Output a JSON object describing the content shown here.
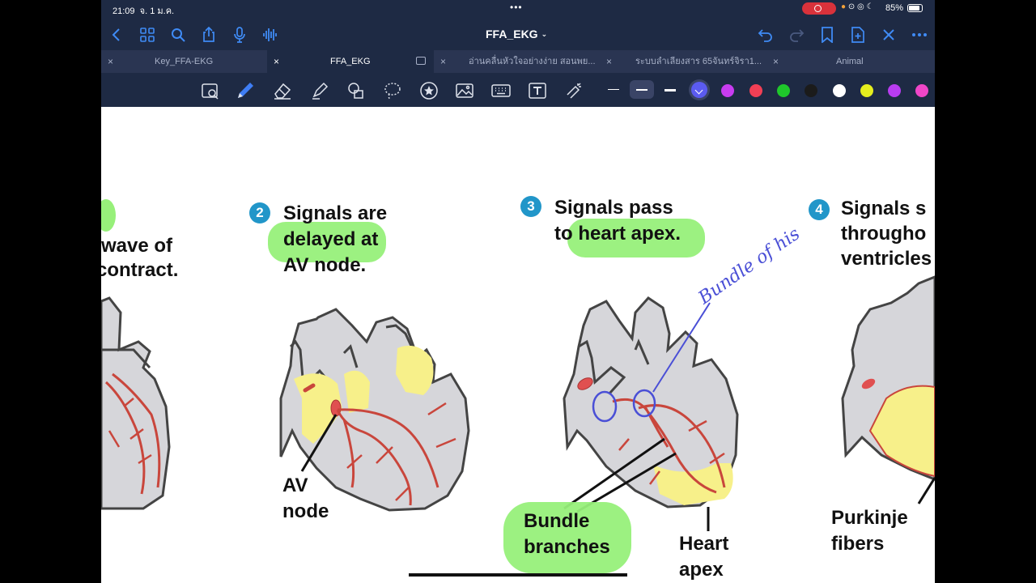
{
  "status_bar": {
    "time": "21:09",
    "date": "จ. 1 ม.ค.",
    "battery": "85%"
  },
  "toolbar": {
    "document_title": "FFA_EKG"
  },
  "tabs": [
    {
      "label": "Key_FFA-EKG"
    },
    {
      "label": "FFA_EKG"
    },
    {
      "label": "อ่านคลื่นหัวใจอย่างง่าย สอนพย..."
    },
    {
      "label": "ระบบลำเลียงสาร 65จันทร์จิรา1..."
    },
    {
      "label": "Animal"
    }
  ],
  "pen_toolbar": {
    "colors": [
      "#5b5bf0",
      "#c83cf0",
      "#f23f55",
      "#1fc72b",
      "#1b1b1b",
      "#ffffff",
      "#e5ee1e",
      "#b83cf0",
      "#f046c8"
    ]
  },
  "canvas": {
    "step1": {
      "line1": "wave of",
      "line2": "contract."
    },
    "step2": {
      "number": "2",
      "line1": "Signals are",
      "line2": "delayed at",
      "line3": "AV node."
    },
    "step3": {
      "number": "3",
      "line1": "Signals pass",
      "line2a": "to",
      "line2b": "heart apex."
    },
    "step4": {
      "number": "4",
      "line1": "Signals s",
      "line2": "througho",
      "line3": "ventricles"
    },
    "labels": {
      "av_node_1": "AV",
      "av_node_2": "node",
      "bundle_1": "Bundle",
      "bundle_2": "branches",
      "apex_1": "Heart",
      "apex_2": "apex",
      "purkinje_1": "Purkinje",
      "purkinje_2": "fibers"
    },
    "handwriting": "Bundle of his"
  }
}
